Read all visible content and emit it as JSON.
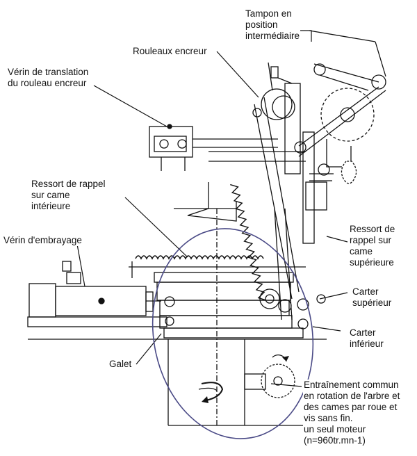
{
  "figure": {
    "labels": {
      "tampon": [
        "Tampon en",
        "position",
        "intermédiaire"
      ],
      "rouleaux": [
        "Rouleaux encreur"
      ],
      "verin_translation": [
        "Vérin de translation",
        "du rouleau encreur"
      ],
      "ressort_interieure": [
        "Ressort de rappel",
        "sur came",
        "intérieure"
      ],
      "verin_embrayage": [
        "Vérin d'embrayage"
      ],
      "ressort_superieure": [
        "Ressort de",
        "rappel sur",
        "came",
        "supérieure"
      ],
      "carter_superieur": [
        "Carter",
        "supérieur"
      ],
      "carter_inferieur": [
        "Carter",
        "inférieur"
      ],
      "galet": [
        "Galet"
      ],
      "entrainement": [
        "Entraînement commun",
        "en rotation de l'arbre et",
        "des cames par roue et",
        "vis sans fin.",
        "un seul moteur",
        "(n=960tr.mn-1)"
      ]
    },
    "colors": {
      "ink": "#111111",
      "highlight_ellipse": "#4a4a86",
      "background": "#ffffff"
    }
  }
}
